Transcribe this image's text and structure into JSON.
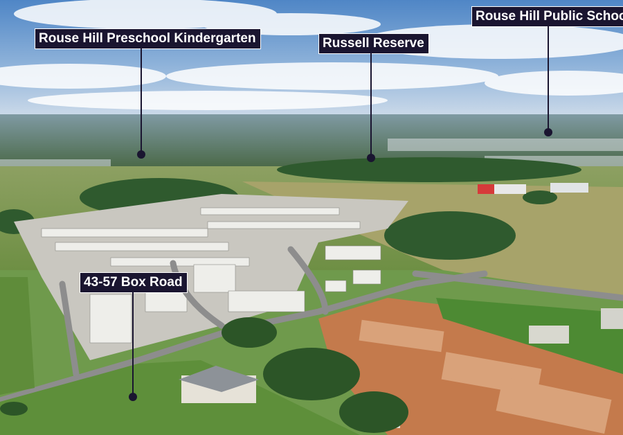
{
  "image": {
    "description_colors": {
      "sky_top": "#4f86c6",
      "sky_horizon": "#c9d9ea",
      "grass": "#6f9a4c",
      "trees": "#2f5a2e",
      "roof": "#d9d9d6",
      "dirt": "#c47a4c",
      "label_bg": "#1a1530"
    }
  },
  "markers": [
    {
      "id": "preschool",
      "label": "Rouse Hill Preschool Kindergarten"
    },
    {
      "id": "russell-reserve",
      "label": "Russell Reserve"
    },
    {
      "id": "public-school",
      "label": "Rouse Hill Public School"
    },
    {
      "id": "box-road",
      "label": "43-57 Box Road"
    }
  ]
}
